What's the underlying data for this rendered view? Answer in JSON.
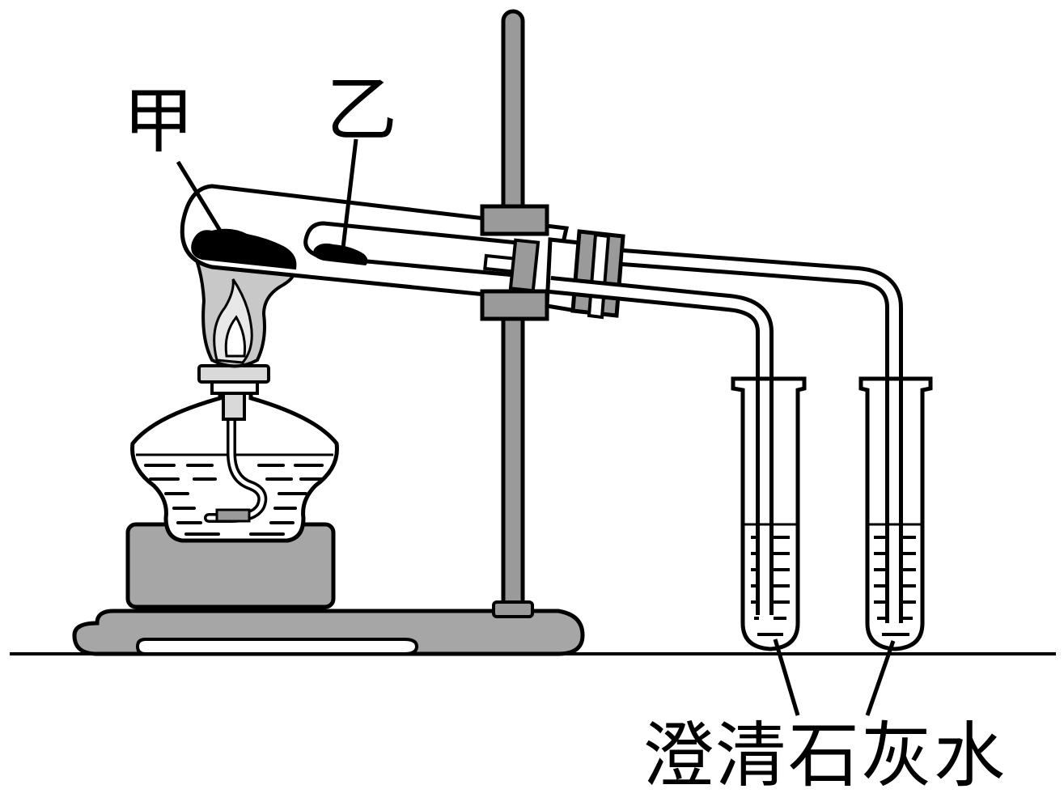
{
  "labels": {
    "jia": "甲",
    "yi": "乙",
    "lime_water": "澄清石灰水"
  },
  "colors": {
    "stroke": "#000000",
    "glass": "#ffffff",
    "metal_gray": "#9a9a9a",
    "base_gray": "#a6a6a6",
    "flame_outer": "#c8c8c8",
    "flame_inner": "#e8e8e8"
  }
}
